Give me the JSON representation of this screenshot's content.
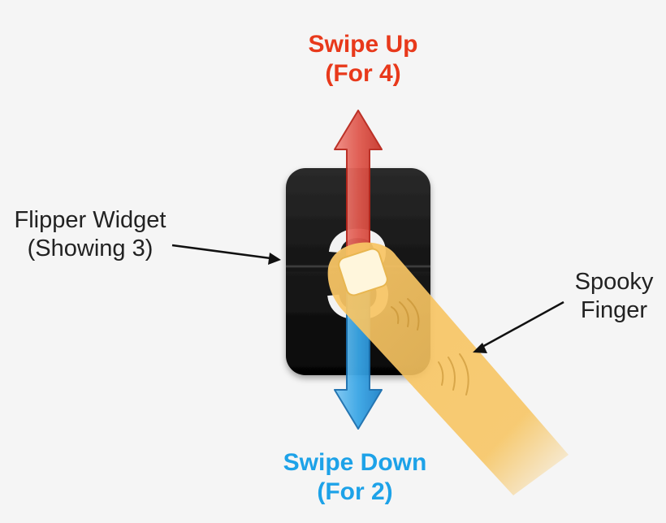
{
  "labels": {
    "swipe_up": {
      "line1": "Swipe Up",
      "line2": "(For 4)",
      "color": "#e8391b"
    },
    "swipe_down": {
      "line1": "Swipe Down",
      "line2": "(For 2)",
      "color": "#1da2e8"
    },
    "flipper": {
      "line1": "Flipper Widget",
      "line2": "(Showing 3)"
    },
    "finger": {
      "line1": "Spooky",
      "line2": "Finger"
    }
  },
  "widget": {
    "digit": "3",
    "background": "#111111",
    "digit_color": "#f2f2f2"
  },
  "arrows": {
    "up_color": "#e05a4f",
    "down_color": "#2c98dc"
  },
  "finger": {
    "color": "#f7c35c"
  },
  "icons": {
    "up_arrow": "arrow-up-icon",
    "down_arrow": "arrow-down-icon",
    "finger": "finger-icon",
    "pointer": "pointer-arrow-icon"
  }
}
